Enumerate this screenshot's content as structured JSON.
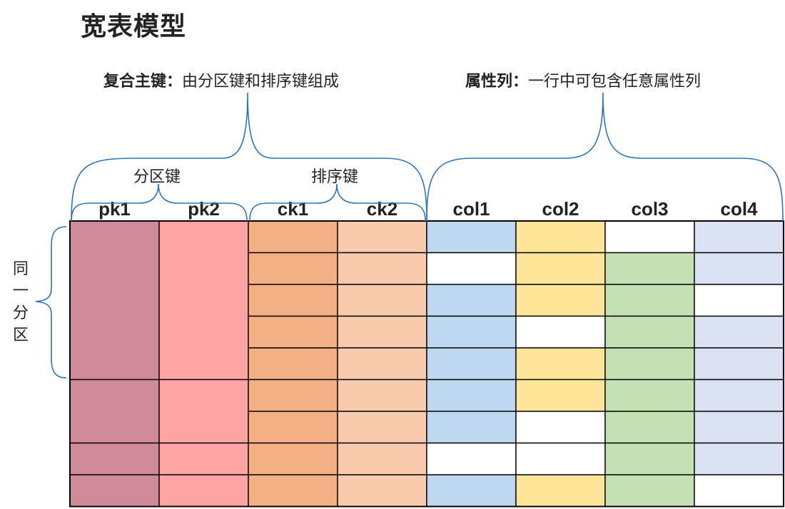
{
  "title": "宽表模型",
  "composite_key": {
    "bold": "复合主键：",
    "rest": "由分区键和排序键组成"
  },
  "attribute_cols": {
    "bold": "属性列：",
    "rest": "一行中可包含任意属性列"
  },
  "partition_key_label": "分区键",
  "sort_key_label": "排序键",
  "same_partition_label": [
    "同",
    "一",
    "分",
    "区"
  ],
  "columns": [
    "pk1",
    "pk2",
    "ck1",
    "ck2",
    "col1",
    "col2",
    "col3",
    "col4"
  ],
  "colors": {
    "pk1": "#cf8b99",
    "pk2": "#ffa3a3",
    "ck1": "#f3b084",
    "ck2": "#f8cbad",
    "col1": "#bdd7ee",
    "col2": "#ffe599",
    "col3": "#c5e0b3",
    "col4": "#d9e1f2",
    "empty": "#ffffff",
    "bracket": "#2e75b6",
    "grid": "#000000"
  },
  "partition_groups": [
    5,
    2,
    1,
    1
  ],
  "attribute_fill": [
    [
      "col1",
      "col2",
      "empty",
      "col4"
    ],
    [
      "empty",
      "col2",
      "col3",
      "col4"
    ],
    [
      "col1",
      "col2",
      "col3",
      "empty"
    ],
    [
      "col1",
      "empty",
      "col3",
      "col4"
    ],
    [
      "col1",
      "col2",
      "col3",
      "col4"
    ],
    [
      "col1",
      "col2",
      "col3",
      "col4"
    ],
    [
      "col1",
      "empty",
      "col3",
      "col4"
    ],
    [
      "empty",
      "empty",
      "col3",
      "col4"
    ],
    [
      "col1",
      "col2",
      "col3",
      "empty"
    ]
  ]
}
